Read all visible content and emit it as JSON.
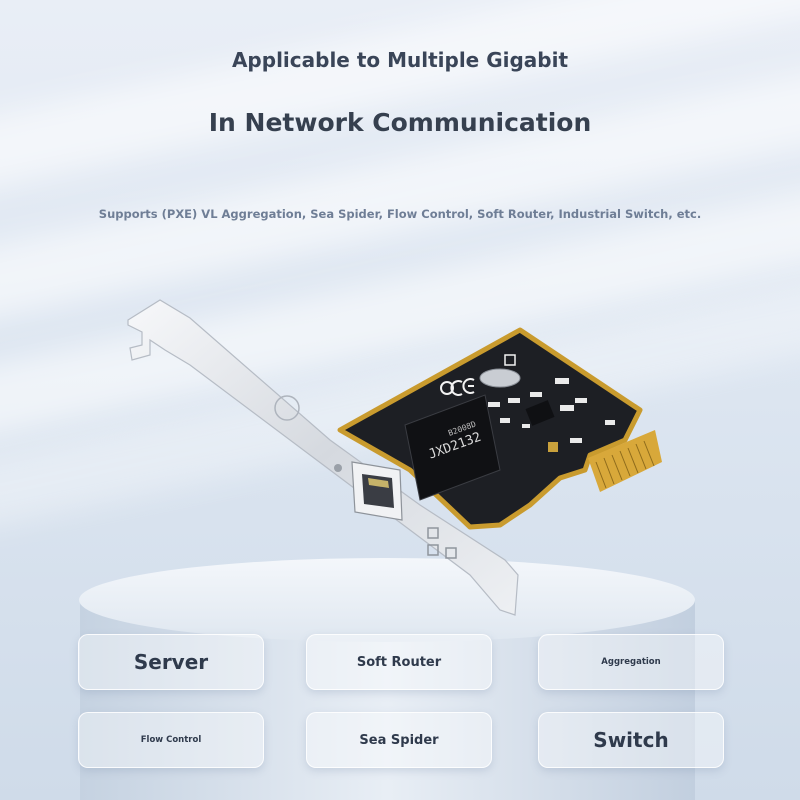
{
  "headline": {
    "line1": "Applicable to Multiple Gigabit",
    "line2": "In Network Communication"
  },
  "subheading": "Supports (PXE) VL Aggregation, Sea Spider, Flow Control, Soft Router, Industrial Switch, etc.",
  "product": {
    "controller_chip_text": "JXD2132",
    "controller_chip_model": "B2008D"
  },
  "applications": [
    "Server",
    "Soft Router",
    "Aggregation",
    "Flow Control",
    "Sea Spider",
    "Switch"
  ],
  "colors": {
    "background": "#dde6f1",
    "title": "#36404f",
    "subtitle": "#6f7e96",
    "pcb": "#1d1f24",
    "gold": "#d8a83a"
  }
}
